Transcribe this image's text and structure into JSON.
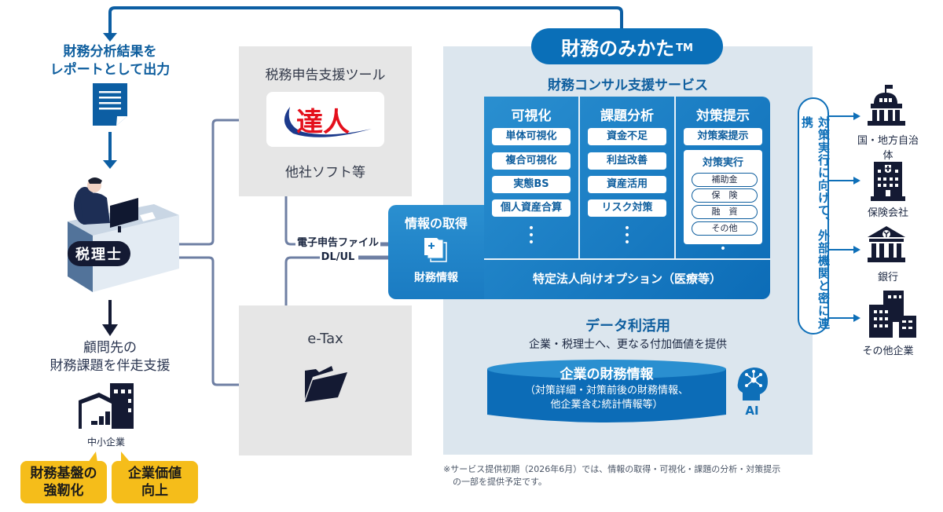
{
  "left": {
    "report_line1": "財務分析結果を",
    "report_line2": "レポートとして出力",
    "tax_accountant_label": "税理士",
    "support_line1": "顧問先の",
    "support_line2": "財務課題を伴走支援",
    "sme_label": "中小企業",
    "benefits": [
      {
        "line1": "財務基盤の",
        "line2": "強靭化"
      },
      {
        "line1": "企業価値",
        "line2": "向上"
      }
    ]
  },
  "tools": {
    "tax_tool_title": "税務申告支援ツール",
    "tatsujin_logo_text": "達人",
    "other_software": "他社ソフト等",
    "etax_title": "e-Tax",
    "file_transfer_line1": "電子申告ファイル",
    "file_transfer_line2": "DL/UL"
  },
  "service": {
    "brand_name": "財務のみかた",
    "brand_tm": "TM",
    "consulting_title": "財務コンサル支援サービス",
    "info_acquisition": {
      "title": "情報の取得",
      "label": "財務情報"
    },
    "columns": [
      {
        "title": "可視化",
        "items": [
          "単体可視化",
          "複合可視化",
          "実態BS",
          "個人資産合算"
        ]
      },
      {
        "title": "課題分析",
        "items": [
          "資金不足",
          "利益改善",
          "資産活用",
          "リスク対策"
        ]
      },
      {
        "title": "対策提示",
        "items": [
          "対策案提示"
        ],
        "execution_title": "対策実行",
        "execution_items": [
          "補助金",
          "保　険",
          "融　資",
          "その他"
        ]
      }
    ],
    "option_label": "特定法人向けオプション（医療等）",
    "data_use": {
      "title": "データ利活用",
      "subtitle": "企業・税理士へ、更なる付加価値を提供",
      "db_title": "企業の財務情報",
      "db_line1": "（対策詳細・対策前後の財務情報、",
      "db_line2": "他企業含む統計情報等）",
      "ai_label": "AI"
    }
  },
  "external": {
    "cooperation_text": "対策実行に向けて、外部機関と密に連携",
    "organizations": [
      {
        "label": "国・地方自治体",
        "icon": "government-building-icon"
      },
      {
        "label": "保険会社",
        "icon": "hospital-building-icon"
      },
      {
        "label": "銀行",
        "icon": "bank-icon"
      },
      {
        "label": "その他企業",
        "icon": "office-buildings-icon"
      }
    ]
  },
  "footnote": {
    "line1": "※サービス提供初期（2026年6月）では、情報の取得・可視化・課題の分析・対策提示",
    "line2": "の一部を提供予定です。"
  },
  "colors": {
    "brand_blue": "#0a6fb8",
    "dark_navy": "#141a33",
    "accent_yellow": "#f5bd1a",
    "panel_bg": "#dce6ee",
    "connector_gray": "#6e7fa3"
  }
}
